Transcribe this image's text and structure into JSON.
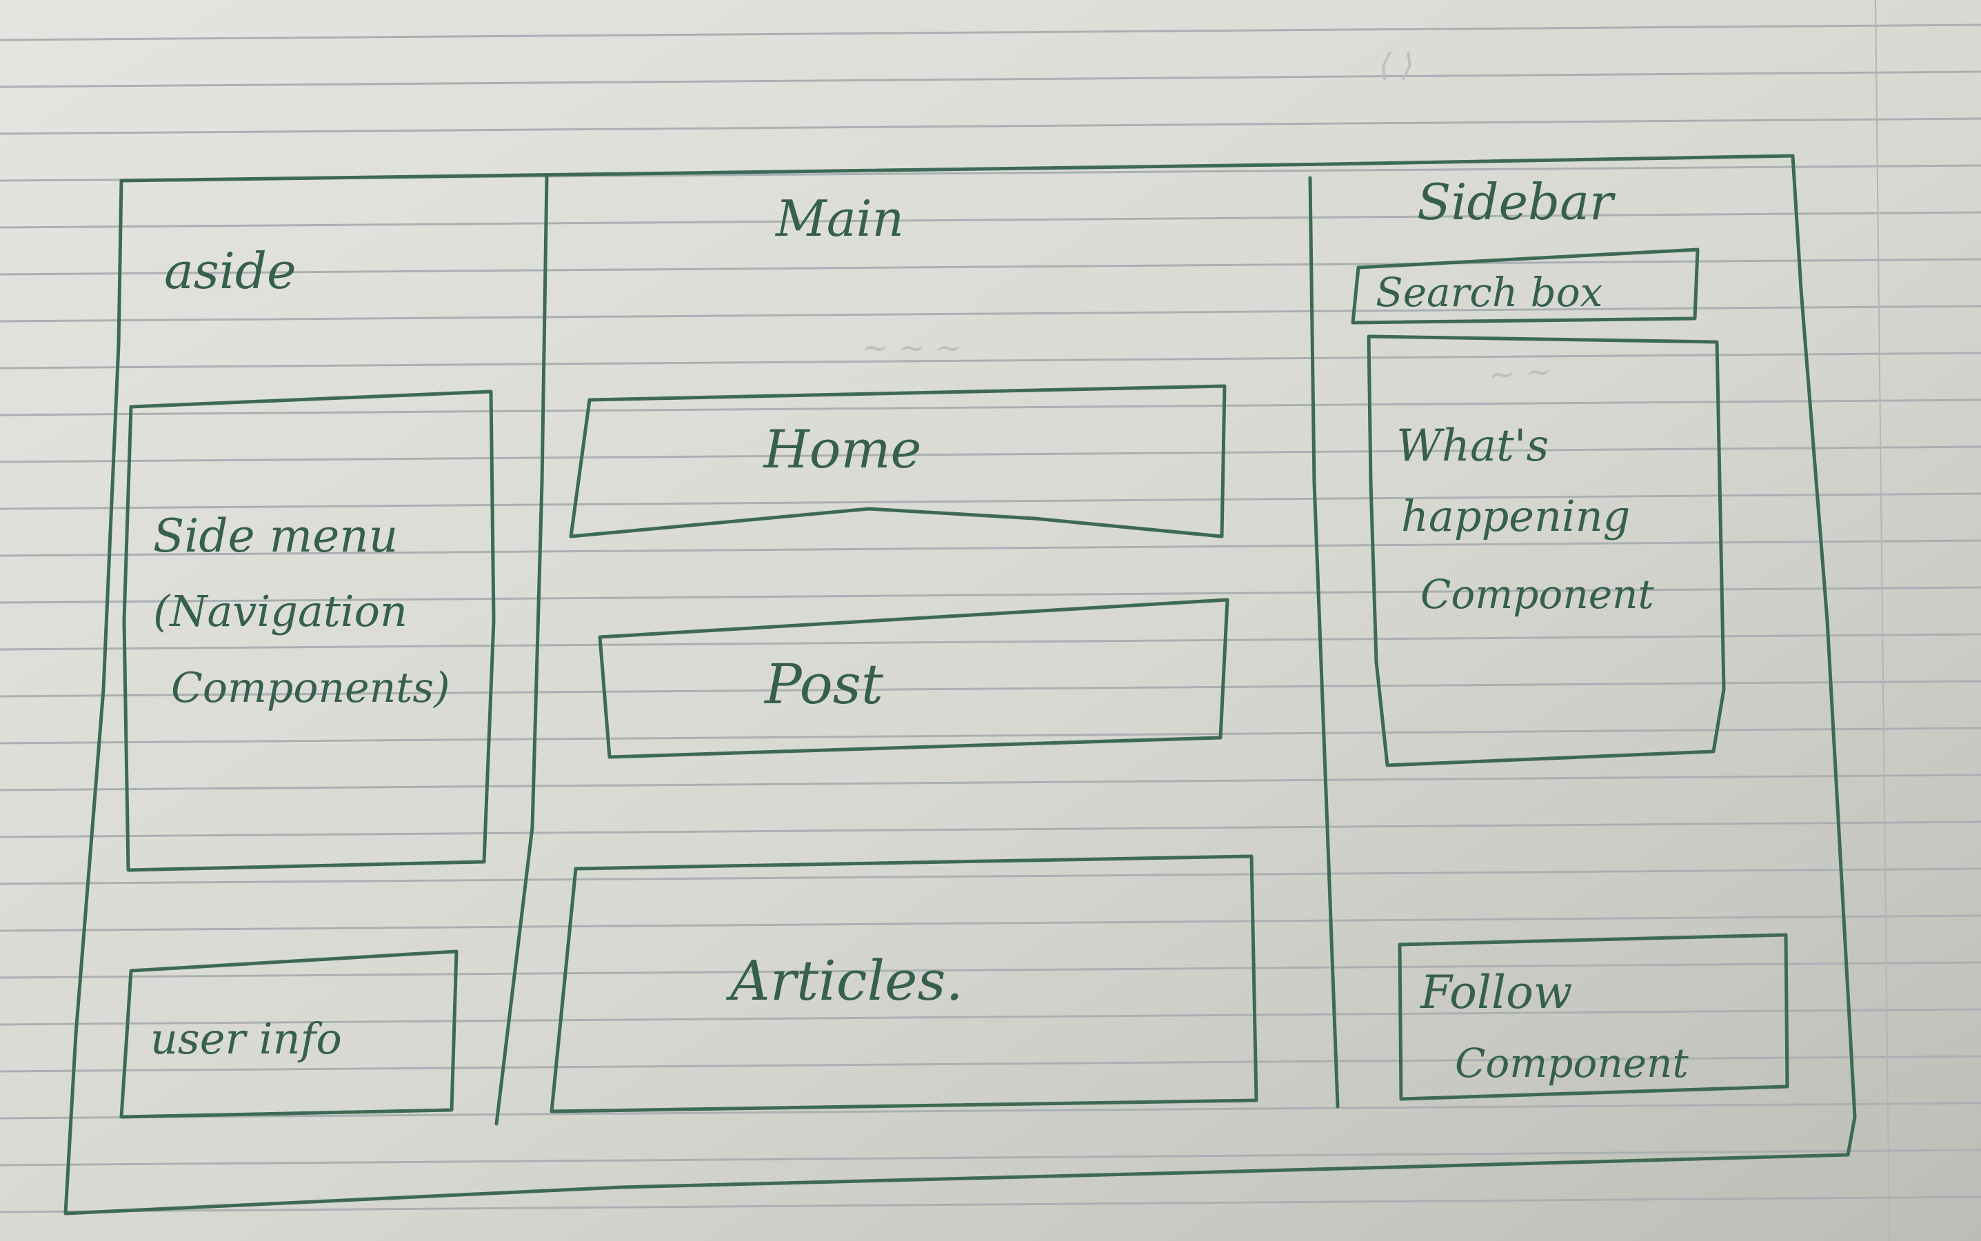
{
  "diagram": {
    "outer": {
      "columns": [
        {
          "id": "aside",
          "label": "aside",
          "boxes": [
            {
              "id": "side-menu",
              "lines": [
                "Side menu",
                "(Navigation",
                "Components)"
              ]
            },
            {
              "id": "user-info",
              "lines": [
                "user info"
              ]
            }
          ]
        },
        {
          "id": "main",
          "label": "Main",
          "boxes": [
            {
              "id": "home",
              "lines": [
                "Home"
              ]
            },
            {
              "id": "post",
              "lines": [
                "Post"
              ]
            },
            {
              "id": "articles",
              "lines": [
                "Articles."
              ]
            }
          ]
        },
        {
          "id": "sidebar",
          "label": "Sidebar",
          "boxes": [
            {
              "id": "search-box",
              "lines": [
                "Search box"
              ]
            },
            {
              "id": "whats-happening",
              "lines": [
                "What's",
                "happening",
                "Component"
              ]
            },
            {
              "id": "follow",
              "lines": [
                "Follow",
                "Component"
              ]
            }
          ]
        }
      ]
    },
    "colors": {
      "paper": "#d9d9d4",
      "ink": "#3c6a55",
      "rule": "#a9b0b3"
    }
  }
}
